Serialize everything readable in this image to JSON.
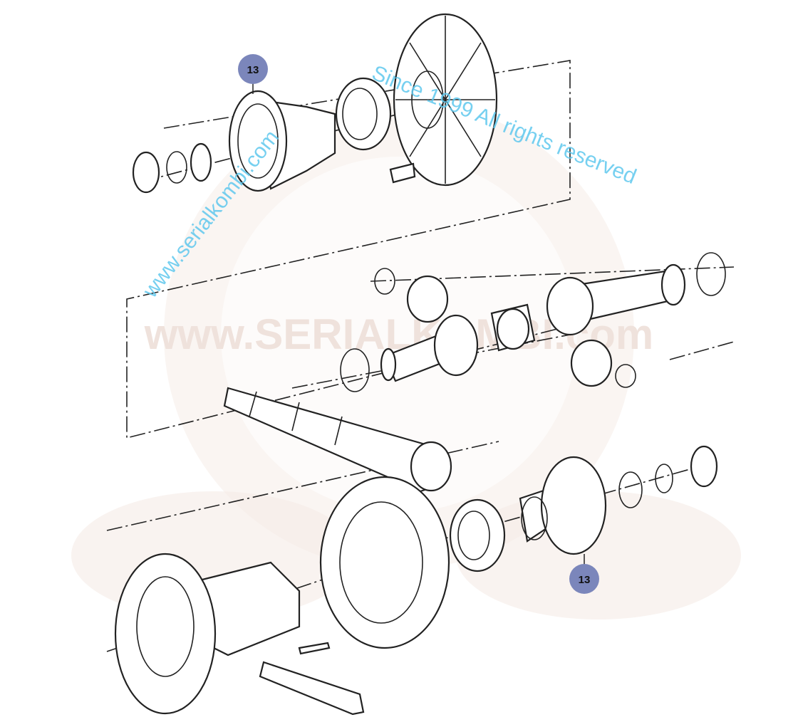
{
  "diagram": {
    "title": "Differential assembly exploded view",
    "callouts": [
      {
        "id": "callout-top",
        "label": "13"
      },
      {
        "id": "callout-bottom",
        "label": "13"
      }
    ]
  },
  "watermark": {
    "left_text": "www.serialkombi.com",
    "right_text": "Since 1999 All rights reserved",
    "logo_text": "www.SERIALKOMBI.com"
  },
  "colors": {
    "callout": "#7b86bb",
    "watermark": "#5fc8ee"
  }
}
